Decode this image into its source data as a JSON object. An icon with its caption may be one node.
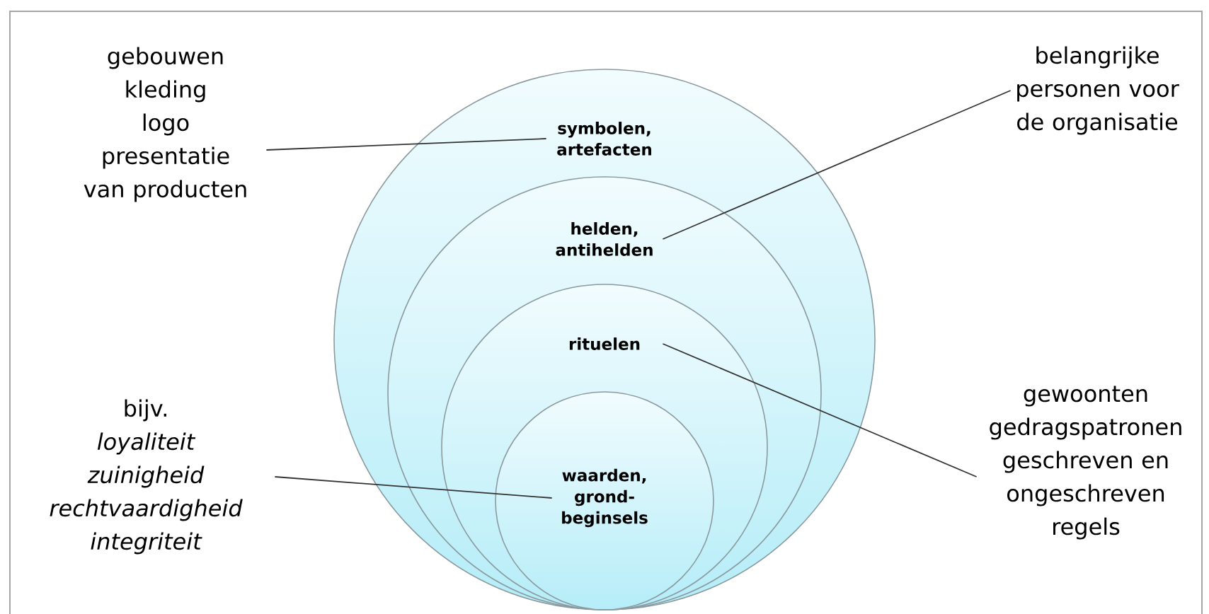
{
  "diagram": {
    "nodes": [
      {
        "text": [
          "symbolen, artefacten"
        ]
      },
      {
        "text": [
          "helden, antihelden"
        ],
        "in": 0
      },
      {
        "text": [
          "rituelen"
        ],
        "in": 1
      },
      {
        "text": [
          "waarden, grond- beginsels"
        ],
        "in": 2
      },
      {
        "text": [
          "gebouwen",
          "kleding",
          "logo",
          "presentatie van producten"
        ]
      },
      {
        "text": [
          "belangrijke personen voor de organisatie"
        ]
      },
      {
        "text": [
          "gewoonten",
          "gedragspatronen",
          "geschreven en ongeschreven regels"
        ]
      },
      {
        "text": [
          "bijv.",
          "loyaliteit",
          "zuinigheid",
          "rechtvaardigheid",
          "integriteit"
        ]
      }
    ],
    "edges": [
      {
        "from": 4,
        "to": 0,
        "arrow": "none"
      },
      {
        "from": 5,
        "to": 1,
        "arrow": "none"
      },
      {
        "from": 6,
        "to": 2,
        "arrow": "none"
      },
      {
        "from": 7,
        "to": 3,
        "arrow": "none"
      }
    ]
  }
}
